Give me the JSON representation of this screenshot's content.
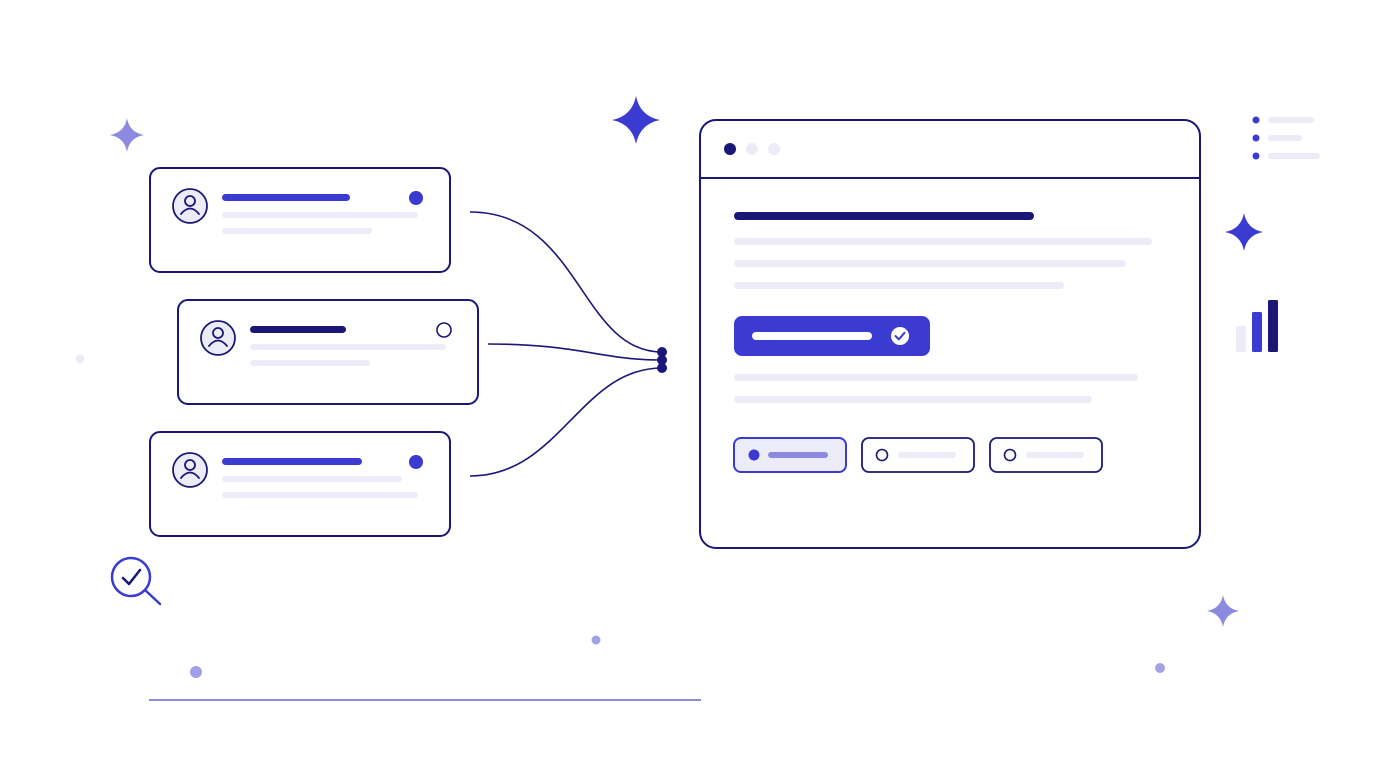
{
  "colors": {
    "navy": "#1a1778",
    "accent": "#3b3bd1",
    "accent_light": "#8c8ae0",
    "pale": "#ececf8",
    "white": "#ffffff"
  },
  "user_cards": [
    {
      "avatar": "user-icon",
      "status": "filled"
    },
    {
      "avatar": "user-icon",
      "status": "empty"
    },
    {
      "avatar": "user-icon",
      "status": "filled"
    }
  ],
  "window": {
    "controls": [
      "active",
      "inactive",
      "inactive"
    ],
    "primary_button": {
      "icon": "check-circle-icon"
    },
    "options": [
      {
        "state": "selected"
      },
      {
        "state": "unselected"
      },
      {
        "state": "unselected"
      }
    ]
  },
  "decorations": {
    "icons": [
      "sparkle-icon",
      "magnifier-check-icon",
      "bar-chart-icon",
      "list-icon"
    ],
    "bar_chart_levels": [
      0.5,
      0.77,
      1.0
    ]
  }
}
